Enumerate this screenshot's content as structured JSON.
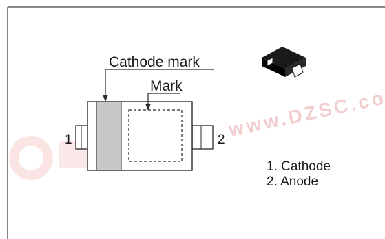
{
  "labels": {
    "cathode_mark": "Cathode mark",
    "mark": "Mark",
    "pin1": "1",
    "pin2": "2"
  },
  "legend": [
    "1. Cathode",
    "2. Anode"
  ],
  "watermark": "www.DZSC.co",
  "colors": {
    "line": "#2a2a2a",
    "cathode_band": "#c8c8c8",
    "watermark": "#f2cfcf"
  }
}
